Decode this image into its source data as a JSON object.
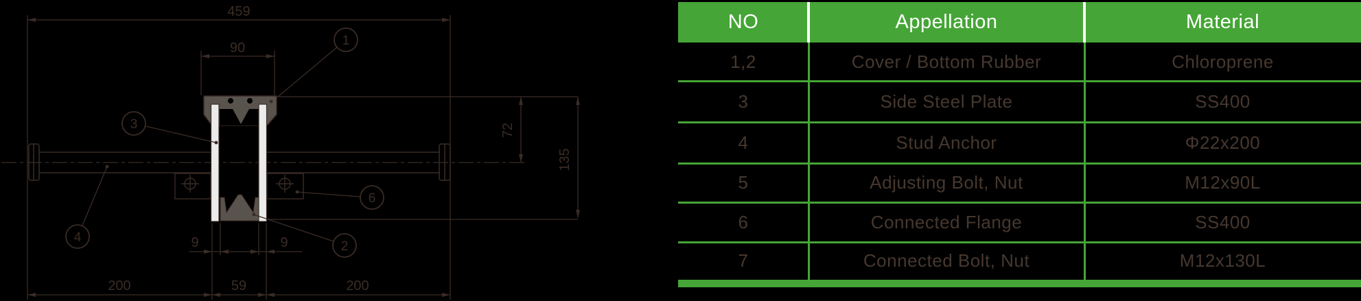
{
  "drawing": {
    "dims": {
      "total_width": "459",
      "rubber_top_width": "90",
      "height_to_center": "72",
      "total_height": "135",
      "plate_thickness_left": "9",
      "plate_thickness_right": "9",
      "bottom_left": "200",
      "bottom_center": "59",
      "bottom_right": "200"
    },
    "callouts": {
      "cover_rubber": "1",
      "bottom_rubber": "2",
      "side_steel_plate": "3",
      "stud_anchor": "4",
      "connected_flange": "6"
    }
  },
  "table": {
    "headers": [
      "NO",
      "Appellation",
      "Material"
    ],
    "rows": [
      {
        "no": "1,2",
        "appellation": "Cover / Bottom Rubber",
        "material": "Chloroprene"
      },
      {
        "no": "3",
        "appellation": "Side Steel Plate",
        "material": "SS400"
      },
      {
        "no": "4",
        "appellation": "Stud Anchor",
        "material": "Φ22x200"
      },
      {
        "no": "5",
        "appellation": "Adjusting Bolt, Nut",
        "material": "M12x90L"
      },
      {
        "no": "6",
        "appellation": "Connected Flange",
        "material": "SS400"
      },
      {
        "no": "7",
        "appellation": "Connected Bolt, Nut",
        "material": "M12x130L"
      }
    ]
  },
  "colors": {
    "background": "#000000",
    "ink": "#3a2c26",
    "rubber_fill": "#59534e",
    "plate_fill": "#ebebeb",
    "accent_green": "#45a536",
    "header_text": "#ffffff",
    "body_text": "#46382f"
  }
}
